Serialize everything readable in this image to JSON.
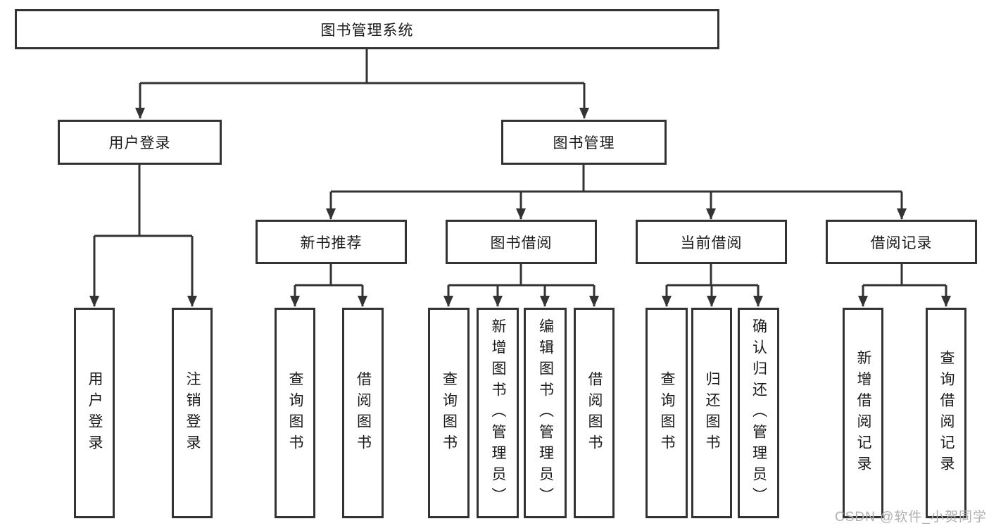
{
  "diagram": {
    "root": {
      "label": "图书管理系统"
    },
    "branches": {
      "user_login": {
        "label": "用户登录"
      },
      "book_mgmt": {
        "label": "图书管理"
      }
    },
    "modules": {
      "new_book": {
        "label": "新书推荐"
      },
      "borrow": {
        "label": "图书借阅"
      },
      "current": {
        "label": "当前借阅"
      },
      "records": {
        "label": "借阅记录"
      }
    },
    "leaves": {
      "login": "用户登录",
      "logout": "注销登录",
      "nb_query": "查询图书",
      "nb_borrow": "借阅图书",
      "bw_query": "查询图书",
      "bw_add": "新增图书（管理员）",
      "bw_edit": "编辑图书（管理员）",
      "bw_borrow": "借阅图书",
      "cur_query": "查询图书",
      "cur_return": "归还图书",
      "cur_confirm": "确认归还（管理员）",
      "rec_add": "新增借阅记录",
      "rec_query": "查询借阅记录"
    }
  },
  "watermark": "CSDN @软件_小贺同学",
  "colors": {
    "line": "#333333",
    "text": "#1a1a1a",
    "watermark": "#b0b0b0"
  }
}
